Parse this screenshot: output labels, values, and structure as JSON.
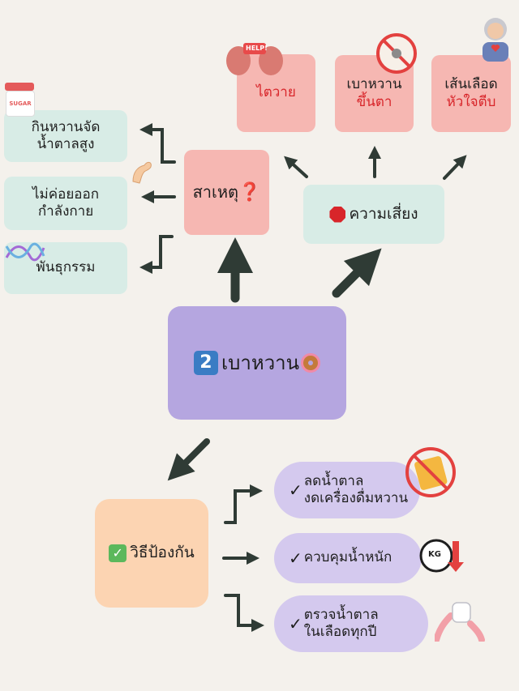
{
  "center": {
    "number": "2",
    "title": "เบาหวาน"
  },
  "cause": {
    "title": "สาเหตุ",
    "mark": "❓"
  },
  "risk": {
    "title": "ความเสี่ยง"
  },
  "causes": [
    {
      "line1": "กินหวานจัด",
      "line2": "น้ำตาลสูง"
    },
    {
      "line1": "ไม่ค่อยออก",
      "line2": "กำลังกาย"
    },
    {
      "line1": "พันธุกรรม",
      "line2": ""
    }
  ],
  "risks": [
    {
      "line1": "ไตวาย",
      "line2": ""
    },
    {
      "line1": "เบาหวาน",
      "line2": "ขึ้นตา"
    },
    {
      "line1": "เส้นเลือด",
      "line2": "หัวใจตีบ"
    }
  ],
  "prevention": {
    "title": "วิธีป้องกัน",
    "items": [
      {
        "line1": "ลดน้ำตาล",
        "line2": "งดเครื่องดื่มหวาน"
      },
      {
        "line1": "ควบคุมน้ำหนัก",
        "line2": ""
      },
      {
        "line1": "ตรวจน้ำตาล",
        "line2": "ในเลือดทุกปี"
      }
    ]
  },
  "icons": {
    "sugar_jar_label": "SUGAR",
    "kidney_label": "HELP!",
    "scale_label": "KG"
  },
  "colors": {
    "mint": "#d8ece6",
    "pink": "#f6b7b2",
    "lilac": "#b5a6e0",
    "peach": "#fcd4b2",
    "pill": "#d4c9ee",
    "arrow": "#2f3b35",
    "red": "#d8252a"
  }
}
